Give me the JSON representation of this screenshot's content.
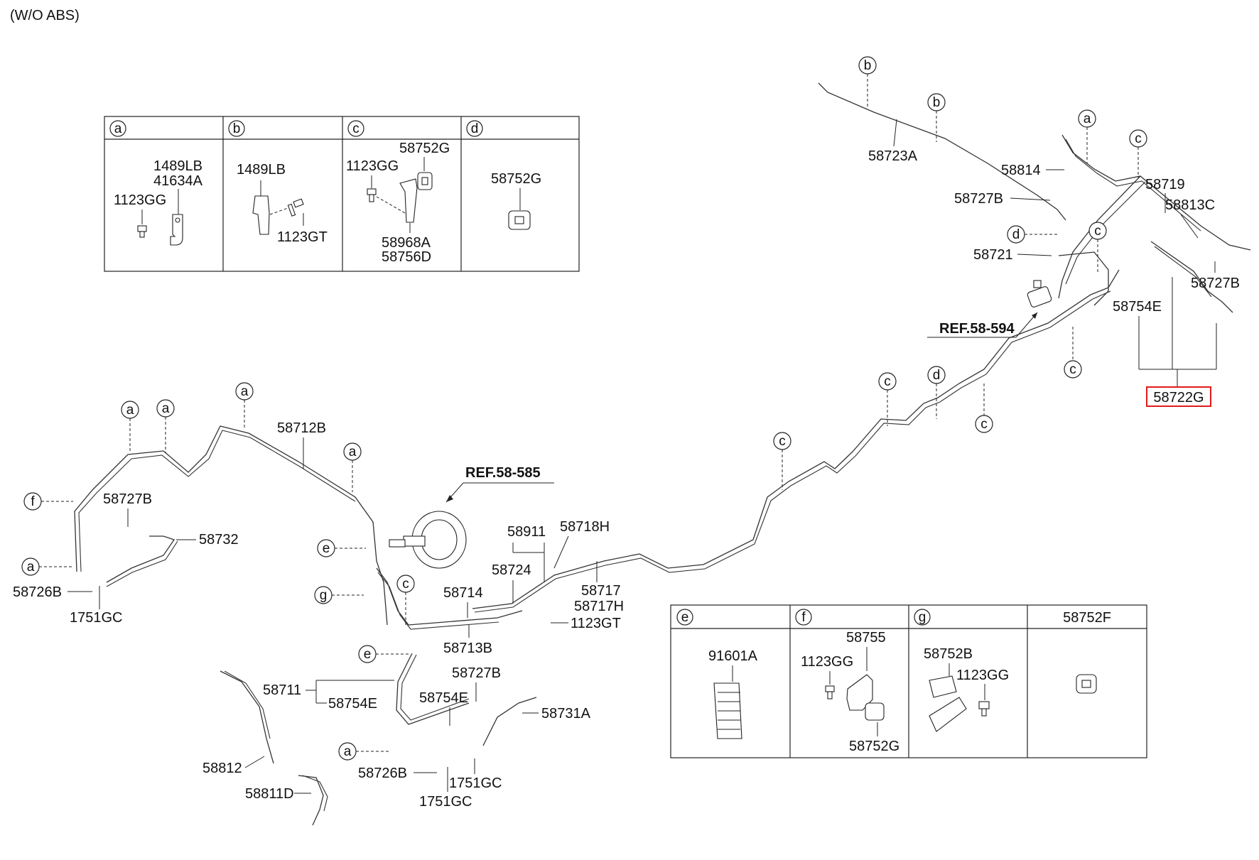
{
  "header": {
    "note": "(W/O ABS)"
  },
  "refs": {
    "ref_585": "REF.58-585",
    "ref_594": "REF.58-594"
  },
  "highlight_color": "#e01b1b",
  "table_top": {
    "headers": [
      "a",
      "b",
      "c",
      "d"
    ],
    "a": [
      "1489LB",
      "41634A",
      "1123GG"
    ],
    "b": [
      "1489LB",
      "1123GT"
    ],
    "c": [
      "58752G",
      "1123GG",
      "58968A",
      "58756D"
    ],
    "d": [
      "58752G"
    ]
  },
  "table_bottom": {
    "headers": [
      "e",
      "f",
      "g",
      "58752F"
    ],
    "e": [
      "91601A"
    ],
    "f": [
      "58755",
      "1123GG",
      "58752G"
    ],
    "g": [
      "58752B",
      "1123GG"
    ]
  },
  "labels": {
    "p58723A": "58723A",
    "p58814": "58814",
    "p58727B_1": "58727B",
    "p58719": "58719",
    "p58813C": "58813C",
    "p58721": "58721",
    "p58727B_2": "58727B",
    "p58754E_1": "58754E",
    "p58722G": "58722G",
    "p58712B": "58712B",
    "p58727B_3": "58727B",
    "p58732": "58732",
    "p58726B_1": "58726B",
    "p1751GC_1": "1751GC",
    "p58911": "58911",
    "p58718H": "58718H",
    "p58724": "58724",
    "p58717": "58717",
    "p58717H": "58717H",
    "p58714": "58714",
    "p1123GT": "1123GT",
    "p58713B": "58713B",
    "p58711": "58711",
    "p58754E_2": "58754E",
    "p58727B_4": "58727B",
    "p58754E_3": "58754E",
    "p58731A": "58731A",
    "p58812": "58812",
    "p58811D": "58811D",
    "p58726B_2": "58726B",
    "p1751GC_2": "1751GC",
    "p1751GC_3": "1751GC"
  },
  "callouts": {
    "b1": "b",
    "b2": "b",
    "a1": "a",
    "c1": "c",
    "d1": "d",
    "c2": "c",
    "c3": "c",
    "c4": "c",
    "d2": "d",
    "c5": "c",
    "c6": "c",
    "a2": "a",
    "a3": "a",
    "a4": "a",
    "a5": "a",
    "f1": "f",
    "a6": "a",
    "e1": "e",
    "g1": "g",
    "c7": "c",
    "e2": "e",
    "a7": "a"
  }
}
